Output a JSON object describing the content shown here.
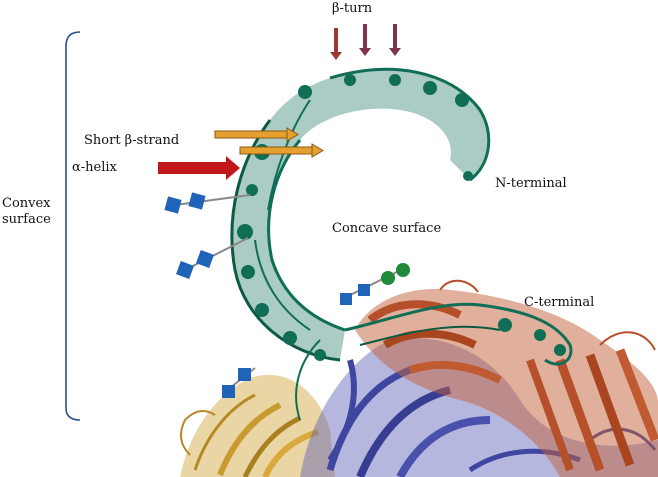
{
  "labels": {
    "beta_turn": "β-turn",
    "short_beta_strand": "Short β-strand",
    "alpha_helix": "α-helix",
    "n_terminal": "N-terminal",
    "c_terminal": "C-terminal",
    "concave_surface": "Concave surface",
    "convex_surface": "Convex\nsurface"
  },
  "colors": {
    "lrr_domain": "#0f6e55",
    "lrr_dark": "#0a5a44",
    "glycan_blue": "#1f64b8",
    "glycan_green": "#1f8a3a",
    "chain_orange": "#b5502a",
    "chain_blue": "#3f46a0",
    "chain_gold": "#c99a2e",
    "arrow_red": "#c01818",
    "arrow_orange": "#e6a030",
    "arrow_turn": "#9b3a32",
    "bracket": "#2b4f8f"
  }
}
